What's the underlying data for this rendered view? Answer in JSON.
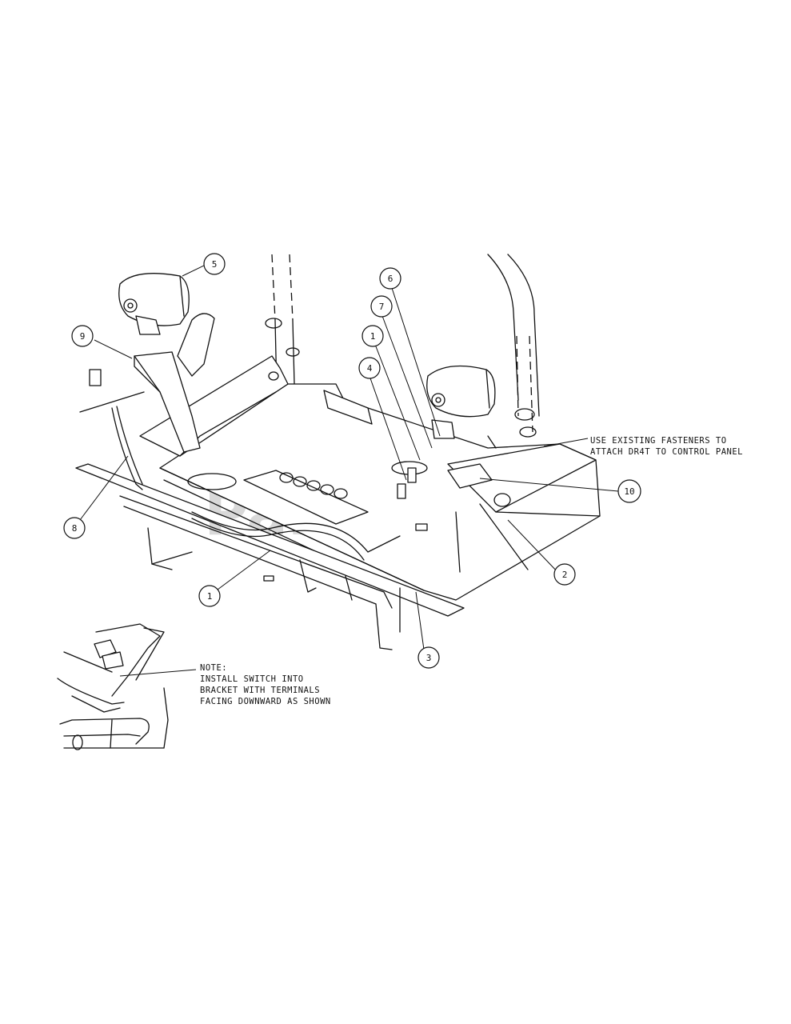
{
  "watermark": "PartsTree",
  "callouts": [
    {
      "id": "c5",
      "label": "5"
    },
    {
      "id": "c6",
      "label": "6"
    },
    {
      "id": "c7",
      "label": "7"
    },
    {
      "id": "c1a",
      "label": "1"
    },
    {
      "id": "c4",
      "label": "4"
    },
    {
      "id": "c9",
      "label": "9"
    },
    {
      "id": "c8",
      "label": "8"
    },
    {
      "id": "c10",
      "label": "10"
    },
    {
      "id": "c2",
      "label": "2"
    },
    {
      "id": "c1b",
      "label": "1"
    },
    {
      "id": "c3",
      "label": "3"
    }
  ],
  "notes": {
    "fasteners": [
      "USE EXISTING FASTENERS TO",
      "ATTACH DR4T TO CONTROL PANEL"
    ],
    "switch": [
      "NOTE:",
      "INSTALL SWITCH INTO",
      "BRACKET WITH TERMINALS",
      "FACING DOWNWARD AS SHOWN"
    ]
  }
}
